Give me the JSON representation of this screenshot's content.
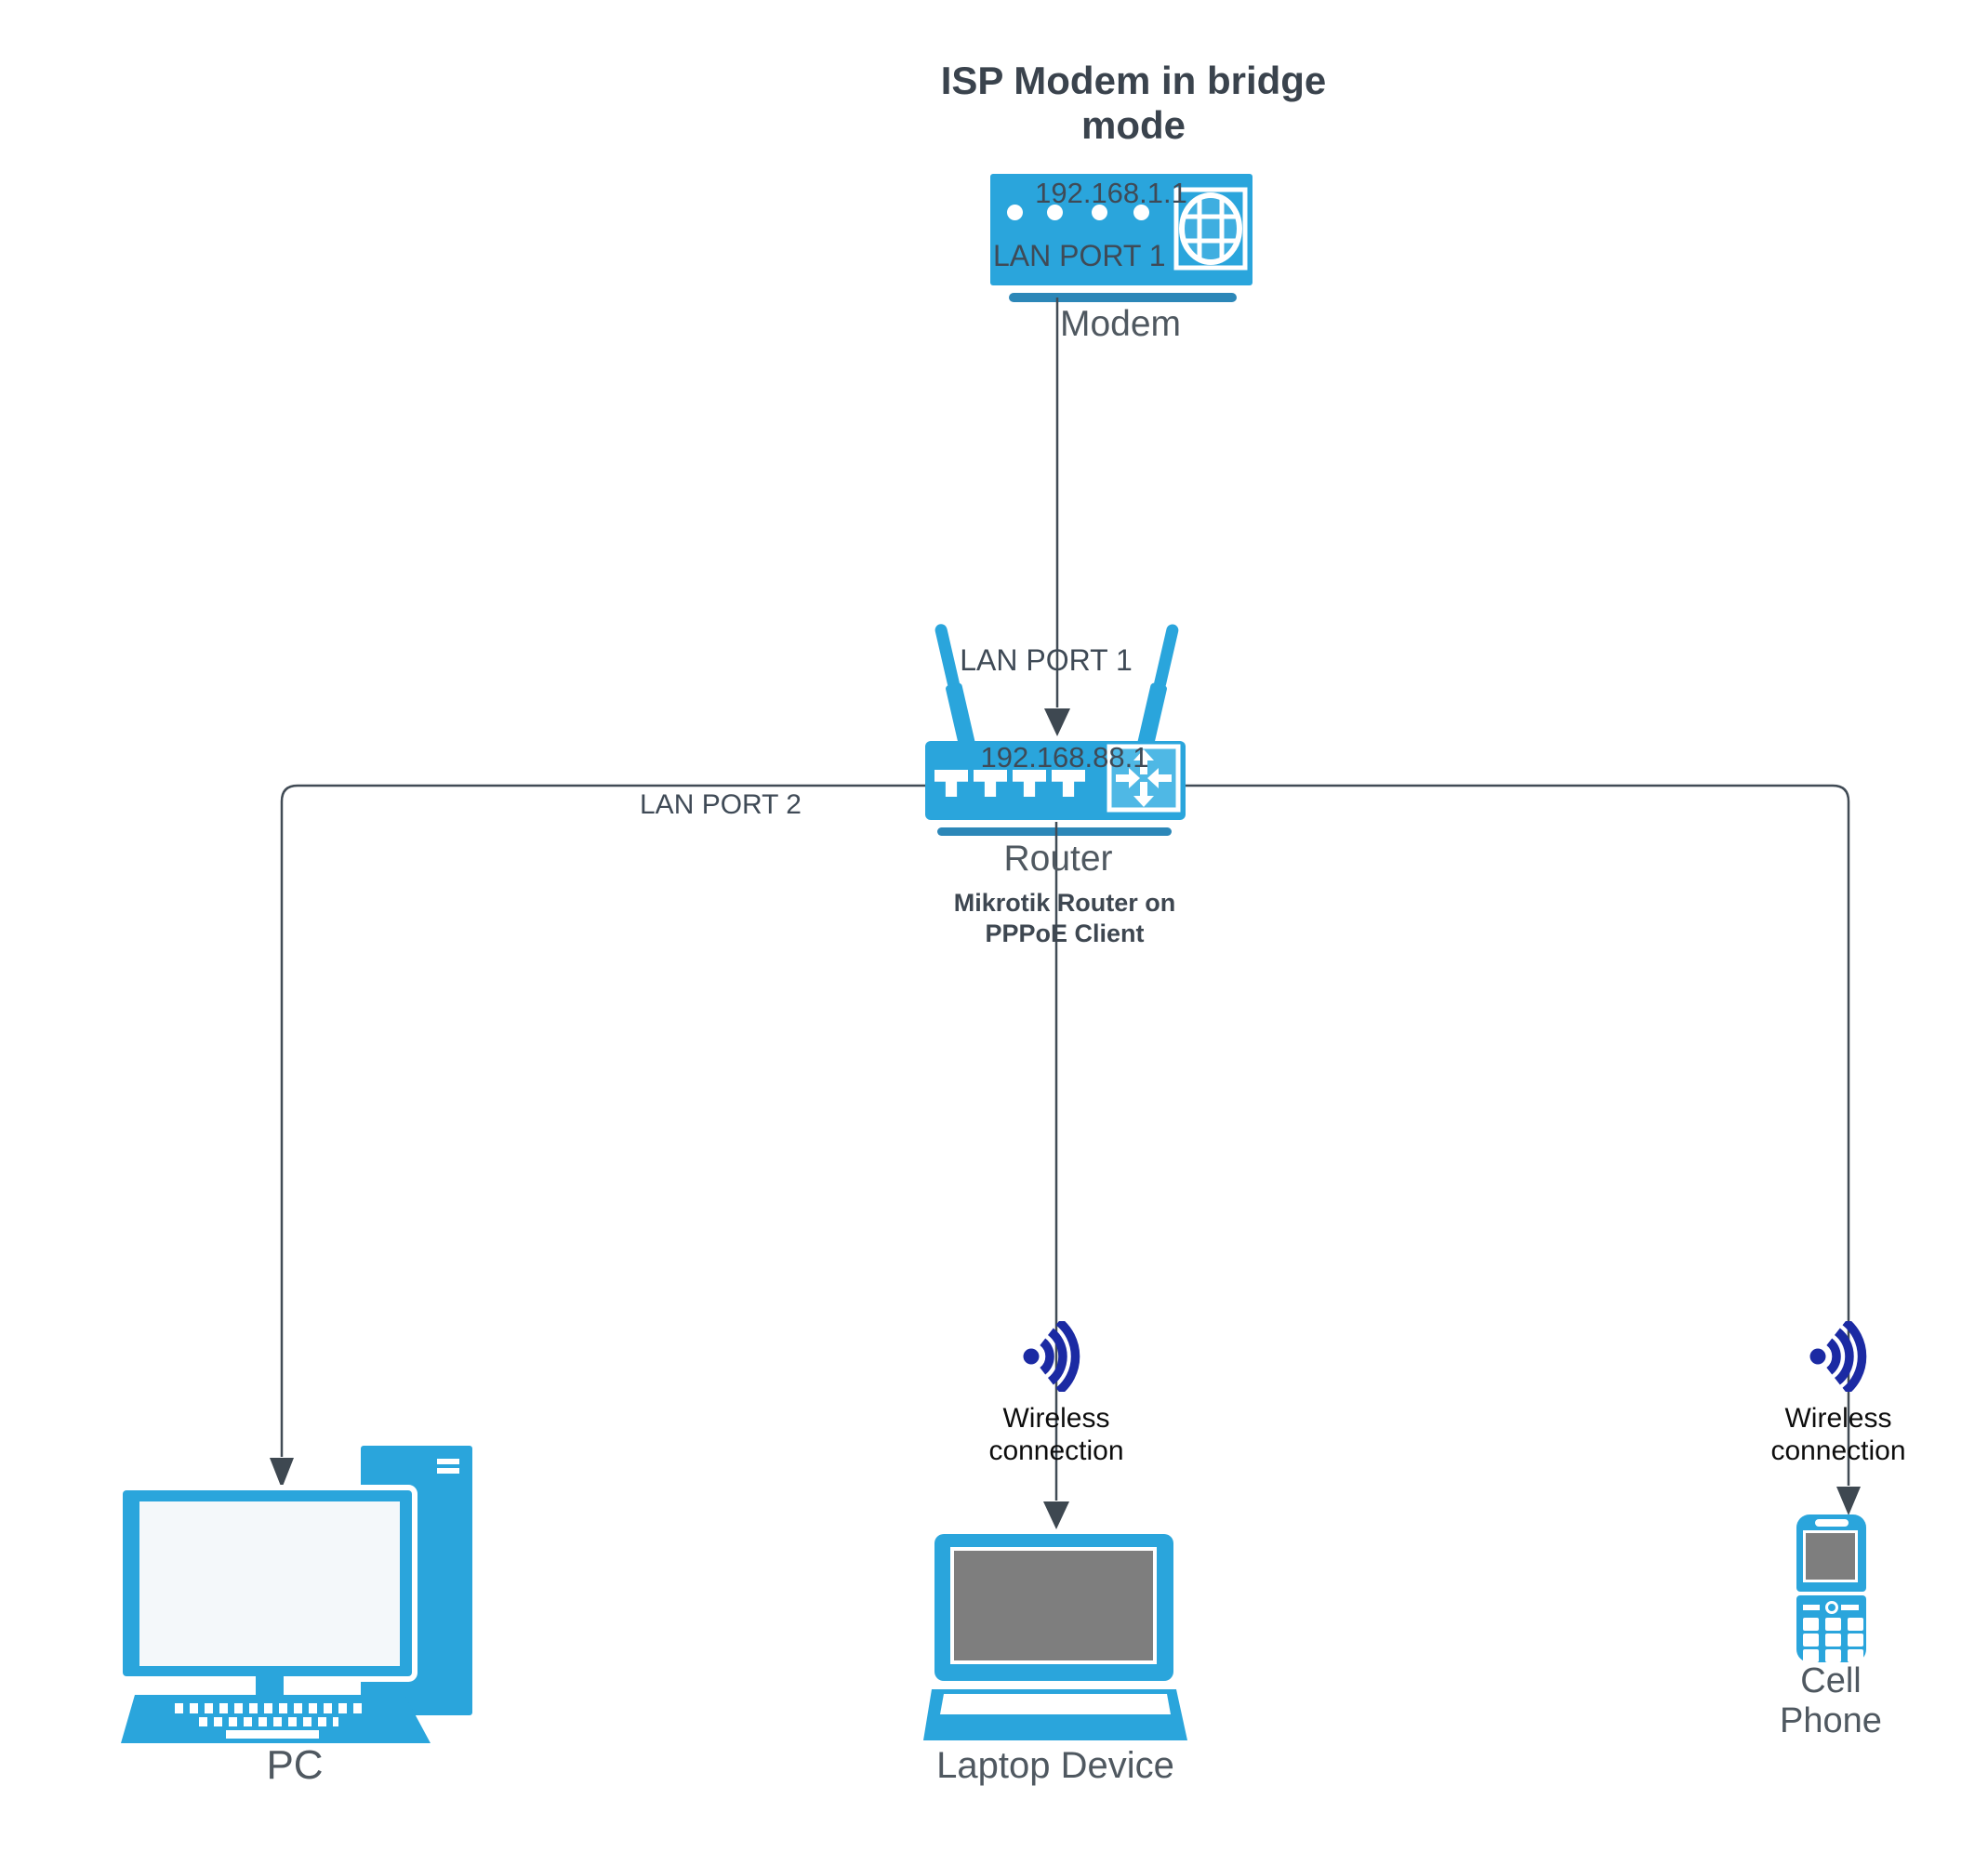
{
  "title": "ISP Modem in bridge mode",
  "modem": {
    "ip": "192.168.1.1",
    "port_label": "LAN PORT 1",
    "label": "Modem"
  },
  "router": {
    "wan_label": "LAN PORT 1",
    "ip": "192.168.88.1",
    "label": "Router",
    "sublabel": "Mikrotik Router on PPPoE Client",
    "lan2_label": "LAN PORT 2"
  },
  "wireless": {
    "laptop": "Wireless connection",
    "phone": "Wireless connection"
  },
  "devices": {
    "pc": "PC",
    "laptop": "Laptop Device",
    "phone": "Cell Phone"
  },
  "colors": {
    "device_blue": "#2AA5DC",
    "device_blue_light": "#4FB8E5",
    "base_bar_blue": "#2C87B8",
    "wifi_navy": "#1B2AA3",
    "connector_line": "#414B55",
    "arrowhead": "#3E4851",
    "label_gray": "#4F5860",
    "tech_label_gray": "#3F4A56",
    "title_dark": "#3A434D",
    "screen_gray": "#7E7E7E",
    "screen_light": "#F4F8FA"
  }
}
